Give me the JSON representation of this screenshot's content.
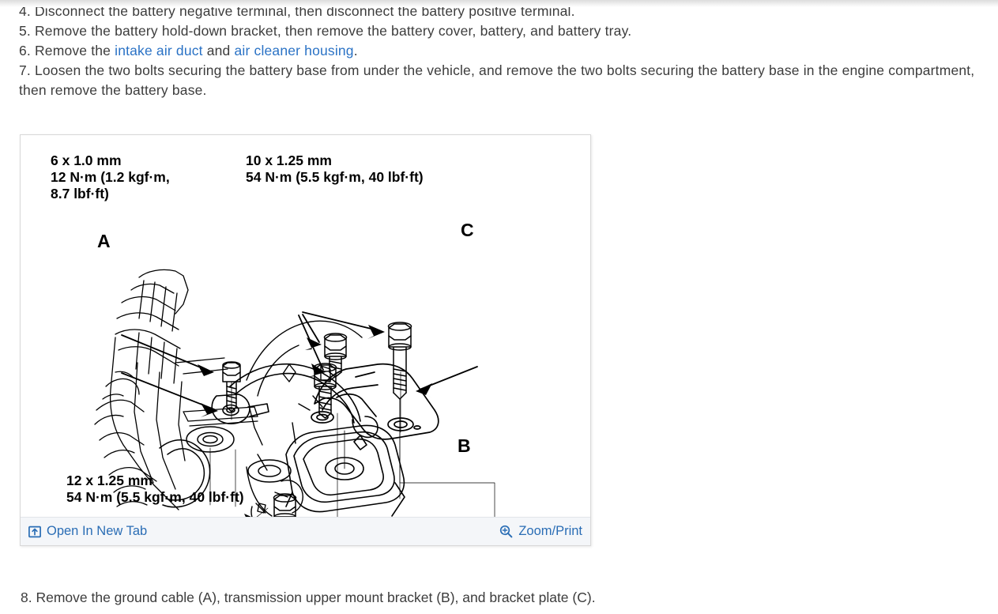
{
  "document": {
    "steps": [
      {
        "number": "4.",
        "parts": [
          {
            "type": "text",
            "value": "Disconnect the battery negative terminal, then disconnect the battery positive terminal."
          }
        ]
      },
      {
        "number": "5.",
        "parts": [
          {
            "type": "text",
            "value": "Remove the battery hold-down bracket, then remove the battery cover, battery, and battery tray."
          }
        ]
      },
      {
        "number": "6.",
        "parts": [
          {
            "type": "text",
            "value": "Remove the "
          },
          {
            "type": "link",
            "value": "intake air duct"
          },
          {
            "type": "text",
            "value": " and "
          },
          {
            "type": "link",
            "value": "air cleaner housing"
          },
          {
            "type": "text",
            "value": "."
          }
        ]
      },
      {
        "number": "7.",
        "parts": [
          {
            "type": "text",
            "value": "Loosen the two bolts securing the battery base from under the vehicle, and remove the two bolts securing the battery base in the engine compartment, then remove the battery base."
          }
        ]
      }
    ],
    "footer_step": "8. Remove the ground cable (A), transmission upper mount bracket (B), and bracket plate (C).",
    "step4_text": "4. Disconnect the battery negative terminal, then disconnect the battery positive terminal.",
    "step5_text": "5. Remove the battery hold-down bracket, then remove the battery cover, battery, and battery tray.",
    "step6_prefix": "6. Remove the ",
    "step6_link1": "intake air duct",
    "step6_mid": " and ",
    "step6_link2": "air cleaner housing",
    "step6_suffix": ".",
    "step7_text": "7. Loosen the two bolts securing the battery base from under the vehicle, and remove the two bolts securing the battery base in the engine compartment, then remove the battery base."
  },
  "figure": {
    "alt": "Transmission upper mount bracket, bracket plate and ground cable exploded view",
    "callouts": {
      "a": "A",
      "b": "B",
      "c": "C"
    },
    "torque_specs": [
      {
        "id": "top-left",
        "lines": [
          "6 x 1.0 mm",
          "12 N·m (1.2 kgf·m,",
          "8.7 lbf·ft)"
        ]
      },
      {
        "id": "top-right",
        "lines": [
          "10 x 1.25 mm",
          "54 N·m (5.5 kgf·m, 40 lbf·ft)"
        ]
      },
      {
        "id": "bottom-left",
        "lines": [
          "12 x 1.25 mm",
          "54 N·m (5.5 kgf·m, 40 lbf·ft)"
        ]
      }
    ],
    "toolbar": {
      "open_in_new_tab": "Open In New Tab",
      "open_in_new_tab_icon": "open-in-new-tab-icon",
      "zoom_print": "Zoom/Print",
      "zoom_print_icon": "magnifier-plus-icon"
    }
  },
  "colors": {
    "link": "#2a72c5",
    "toolbar_link": "#2a6db5",
    "text": "#3c3c3c",
    "toolbar_bg": "#f4f6f9",
    "card_border": "#d8d8d8",
    "diagram_stroke": "#000000"
  }
}
